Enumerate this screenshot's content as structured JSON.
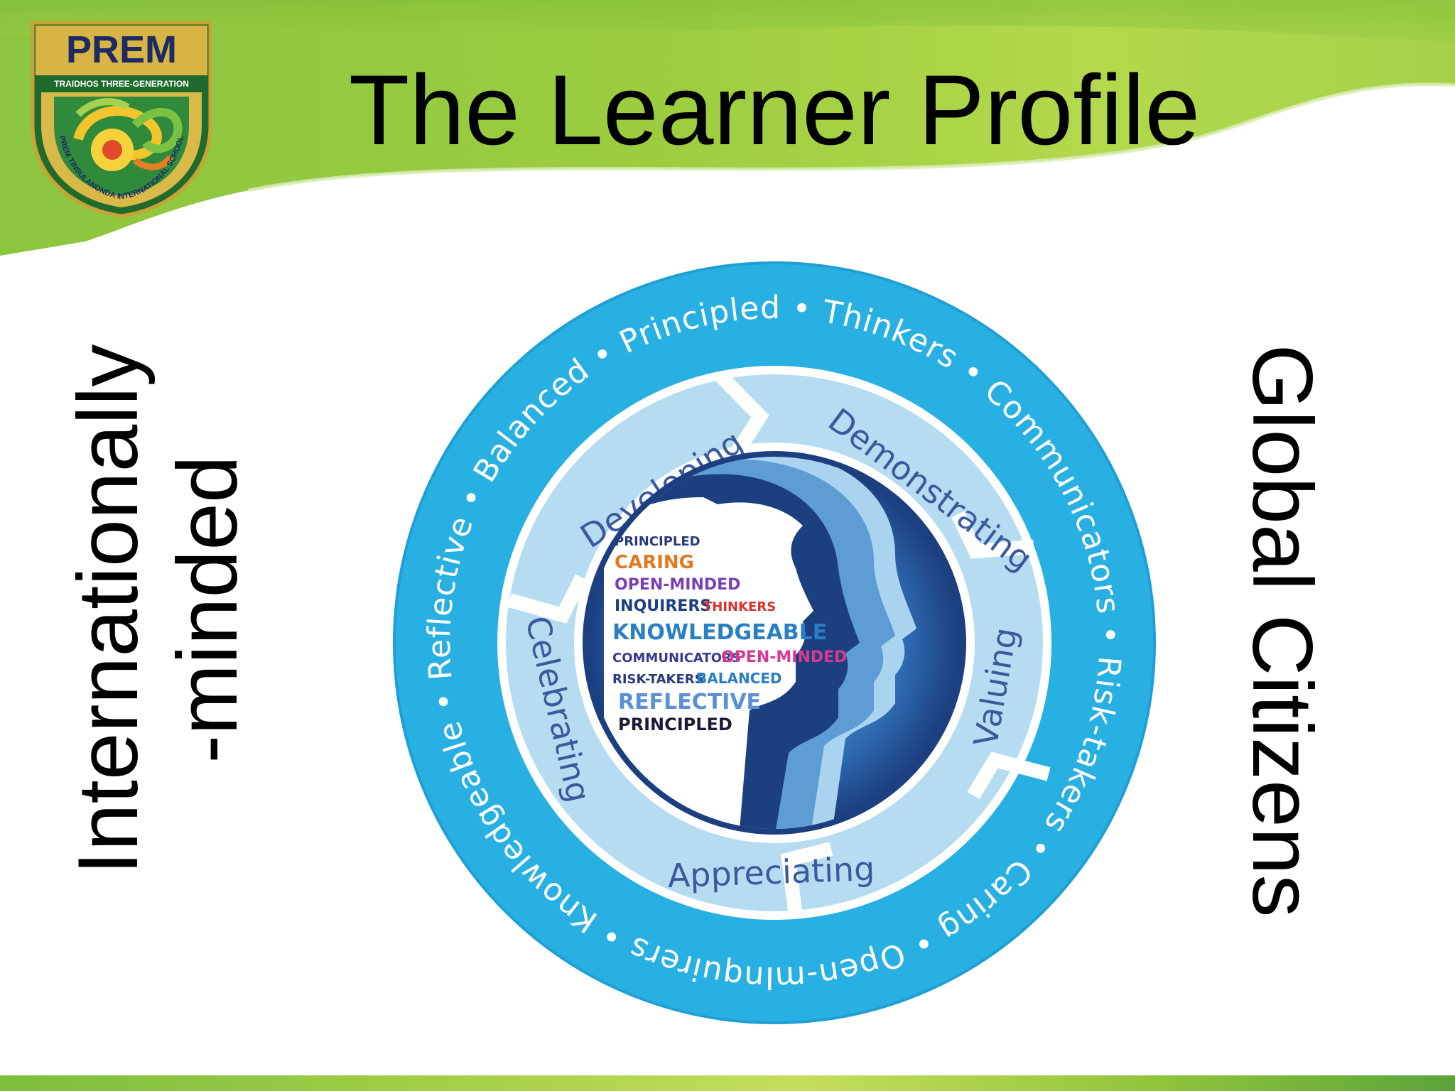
{
  "header": {
    "title": "The Learner Profile"
  },
  "logo": {
    "name": "PREM",
    "tagline": "TRAIDHOS THREE-GENERATION",
    "ring_text": "PREM TINSULANONDA INTERNATIONAL SCHOOL"
  },
  "side_labels": {
    "left_line1": "Internationally",
    "left_line2": "-minded",
    "right": "Global Citizens"
  },
  "diagram": {
    "outer_ring_text": "Inquirers • Knowledgeable • Reflective • Balanced • Principled • Thinkers • Communicators • Risk-takers • Caring • Open-minded •",
    "stages": [
      "Developing",
      "Demonstrating",
      "Valuing",
      "Appreciating",
      "Celebrating"
    ],
    "head_words": [
      "PRINCIPLED",
      "CARING",
      "OPEN-MINDED",
      "INQUIRERS",
      "THINKERS",
      "KNOWLEDGEABLE",
      "COMMUNICATORS",
      "OPEN-MINDED",
      "RISK-TAKERS",
      "BALANCED",
      "REFLECTIVE",
      "PRINCIPLED"
    ]
  },
  "colors": {
    "outer_ring": "#29b0e3",
    "inner_ring": "#b5dcf0",
    "stage_text": "#3b5a9e",
    "center_dark": "#1c3f80",
    "header_green": "#8cc63f"
  }
}
